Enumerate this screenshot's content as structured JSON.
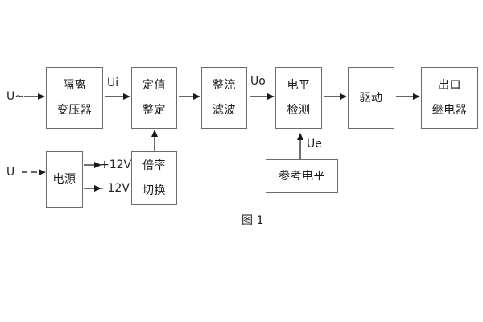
{
  "figure": {
    "caption": "图 1",
    "background_color": "#ffffff",
    "box_border_color": "#6b6b6b",
    "text_color": "#1a1a1a"
  },
  "signal_chain": {
    "input_label": "U~",
    "blocks": [
      {
        "id": "isolation-transformer",
        "lines": [
          "隔离",
          "变压器"
        ]
      },
      {
        "id": "setpoint-adjust",
        "lines": [
          "定值",
          "整定"
        ]
      },
      {
        "id": "rectify-filter",
        "lines": [
          "整流",
          "滤波"
        ]
      },
      {
        "id": "level-detect",
        "lines": [
          "电平",
          "检测"
        ]
      },
      {
        "id": "drive",
        "lines": [
          "驱动"
        ]
      },
      {
        "id": "output-relay",
        "lines": [
          "出口",
          "继电器"
        ]
      }
    ],
    "signal_labels": {
      "ui": "Ui",
      "uo": "Uo",
      "ue": "Ue"
    }
  },
  "power_section": {
    "input_label": "U",
    "supply_block": {
      "id": "power-supply",
      "lines": [
        "电源"
      ]
    },
    "rails": [
      {
        "id": "rail-positive",
        "label": "+12V"
      },
      {
        "id": "rail-negative",
        "label": "- 12V"
      }
    ],
    "multiplier_block": {
      "id": "multiplier-switch",
      "lines": [
        "倍率",
        "切换"
      ]
    }
  },
  "reference_section": {
    "reference_block": {
      "id": "reference-level",
      "lines": [
        "参考电平"
      ]
    }
  }
}
